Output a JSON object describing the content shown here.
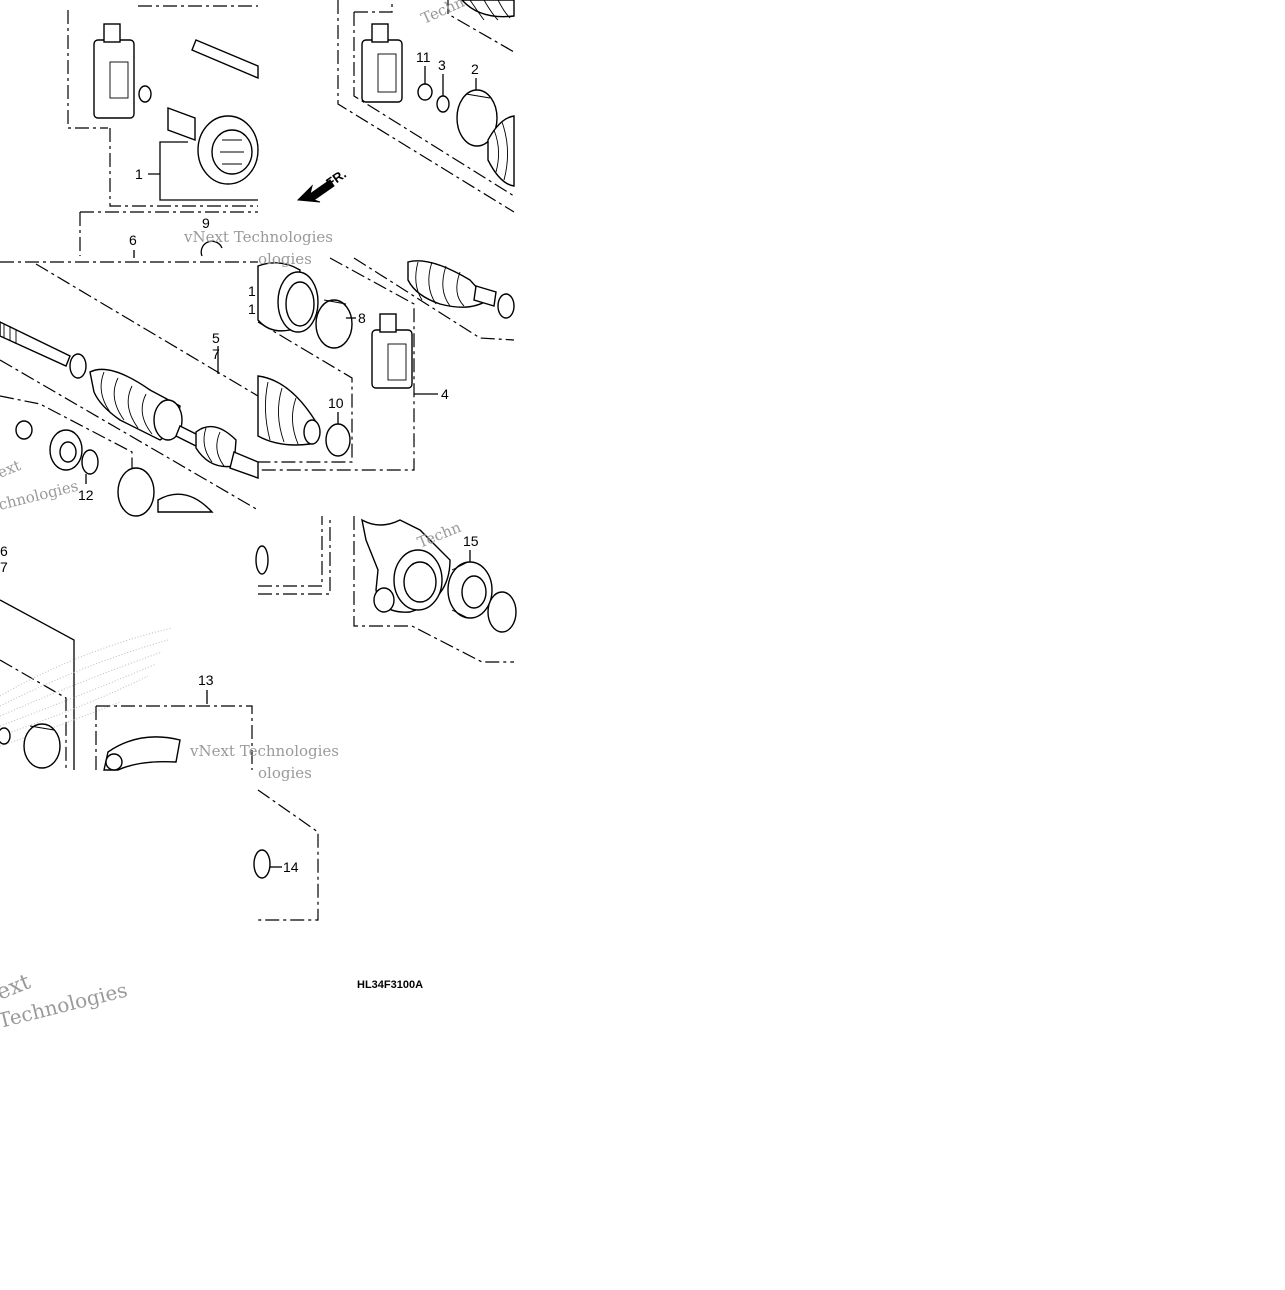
{
  "diagram": {
    "drawing_code": "HL34F3100A",
    "direction_label": "FR.",
    "callouts": {
      "c1": "1",
      "c2": "2",
      "c3": "3",
      "c4": "4",
      "c5": "5",
      "c6a": "6",
      "c6b": "6",
      "c7a": "7",
      "c7b": "7",
      "c8": "8",
      "c9": "9",
      "c10": "10",
      "c11": "11",
      "c12": "12",
      "c13": "13",
      "c14": "14",
      "c15": "15",
      "c1x": "1",
      "c1y": "1"
    },
    "watermark": {
      "brand": "vNext Technologies",
      "word1": "Techn",
      "word2": "ext",
      "word3": "chnologies",
      "word4": "Technologies",
      "word5": "ologies"
    }
  }
}
